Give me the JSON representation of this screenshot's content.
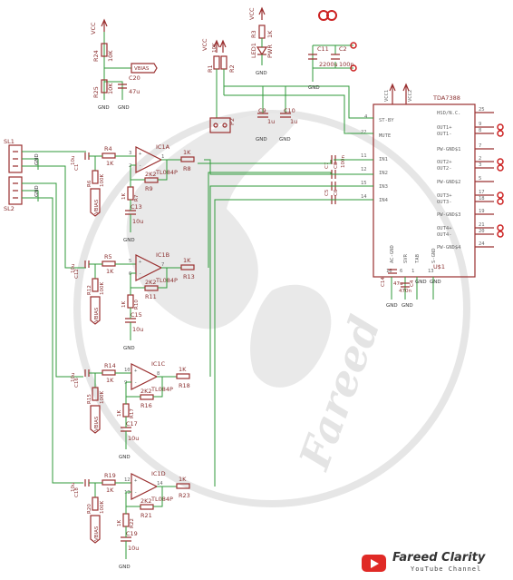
{
  "watermark_text": "Fareed",
  "ic": {
    "name": "TDA7388",
    "ref": "U$1",
    "inputs": [
      "IN1",
      "IN2",
      "IN3",
      "IN4"
    ],
    "input_pins": [
      "11",
      "12",
      "15",
      "14"
    ],
    "top_pins": [
      "ST-BY",
      "MUTE"
    ],
    "top_pin_nums": [
      "4",
      "22"
    ],
    "supply_labels": [
      "VCC1",
      "VCC2"
    ],
    "right_pins": [
      "HSD/N.C.",
      "OUT1+",
      "OUT1-",
      "PW-GND$1",
      "OUT2+",
      "OUT2-",
      "PW-GND$2",
      "OUT3+",
      "OUT3-",
      "PW-GND$3",
      "OUT4+",
      "OUT4-",
      "PW-GND$4"
    ],
    "right_pin_nums": [
      "25",
      "9",
      "8",
      "7",
      "2",
      "3",
      "5",
      "17",
      "18",
      "19",
      "21",
      "20",
      "24"
    ],
    "bottom_pins": [
      "AC-GND",
      "SVR",
      "TAB",
      "S-GND"
    ],
    "bottom_pin_nums": [
      "16",
      "6",
      "1",
      "13"
    ]
  },
  "opamps": [
    {
      "ref": "IC1A",
      "part": "TL084P",
      "pins": [
        "3",
        "2",
        "1"
      ]
    },
    {
      "ref": "IC1B",
      "part": "TL084P",
      "pins": [
        "5",
        "6",
        "7"
      ]
    },
    {
      "ref": "IC1C",
      "part": "TL084P",
      "pins": [
        "10",
        "9",
        "8"
      ]
    },
    {
      "ref": "IC1D",
      "part": "TL084P",
      "pins": [
        "12",
        "13",
        "14"
      ]
    }
  ],
  "connectors": [
    {
      "ref": "SL1",
      "pins": [
        "1",
        "2",
        "3"
      ],
      "gnd": "GND"
    },
    {
      "ref": "SL2",
      "pins": [
        "1",
        "2",
        "3"
      ],
      "gnd": "GND"
    },
    {
      "ref": "P2"
    }
  ],
  "resistors": {
    "R24": "R24",
    "R24v": "10K",
    "R25": "R25",
    "R25v": "10K",
    "R1": "R1",
    "R2": "R2",
    "Rpv": "10K",
    "R3": "R3",
    "R3v": "1K",
    "R4": "R4",
    "R5": "R5",
    "R14": "R14",
    "R19": "R19",
    "Rinv": "1K",
    "R6": "R6",
    "R8": "R8",
    "R13": "R13",
    "R18": "R18",
    "R23": "R23",
    "Routv": "1K",
    "R9": "R9",
    "R10": "R10",
    "R15": "R15",
    "R20": "R20",
    "R11": "R11",
    "R16": "R16",
    "R21": "R21",
    "Rfbv": "2K2",
    "R7": "R7",
    "R12": "R12",
    "R17": "R17",
    "R22": "R22",
    "R100k": "100K"
  },
  "caps": {
    "C20": "C20",
    "C20v": "47u",
    "C9": "C9",
    "C9v": "1u",
    "C10": "C10",
    "C10v": "1u",
    "C11": "C11",
    "C2": "C2",
    "C11v": "2200u",
    "C2v": "100n",
    "C1": "C1",
    "C12": "C12",
    "C16": "C16",
    "C18": "C18",
    "Cinv": "10u",
    "C13": "C13",
    "C15": "C15",
    "C17": "C17",
    "C19": "C19",
    "Cfbv": "10u",
    "C3": "C3",
    "C4": "C4",
    "C5": "C5",
    "C6": "C6",
    "C7": "C7",
    "C8": "C8",
    "Ccouplev": "100n",
    "C14": "C14",
    "C14v": "47u",
    "C44": "C4",
    "C44v": "470n"
  },
  "led": {
    "ref": "LED1",
    "label": "PWR"
  },
  "nets": {
    "vcc": "VCC",
    "gnd": "GND",
    "vbias": "VBIAS"
  },
  "brand": {
    "name": "Fareed Clarity",
    "tagline": "YouTube Channel"
  },
  "colors": {
    "wire": "#2f9a3a",
    "part": "#9a3030",
    "connector": "#cc2222",
    "brand_red": "#e02a26"
  }
}
